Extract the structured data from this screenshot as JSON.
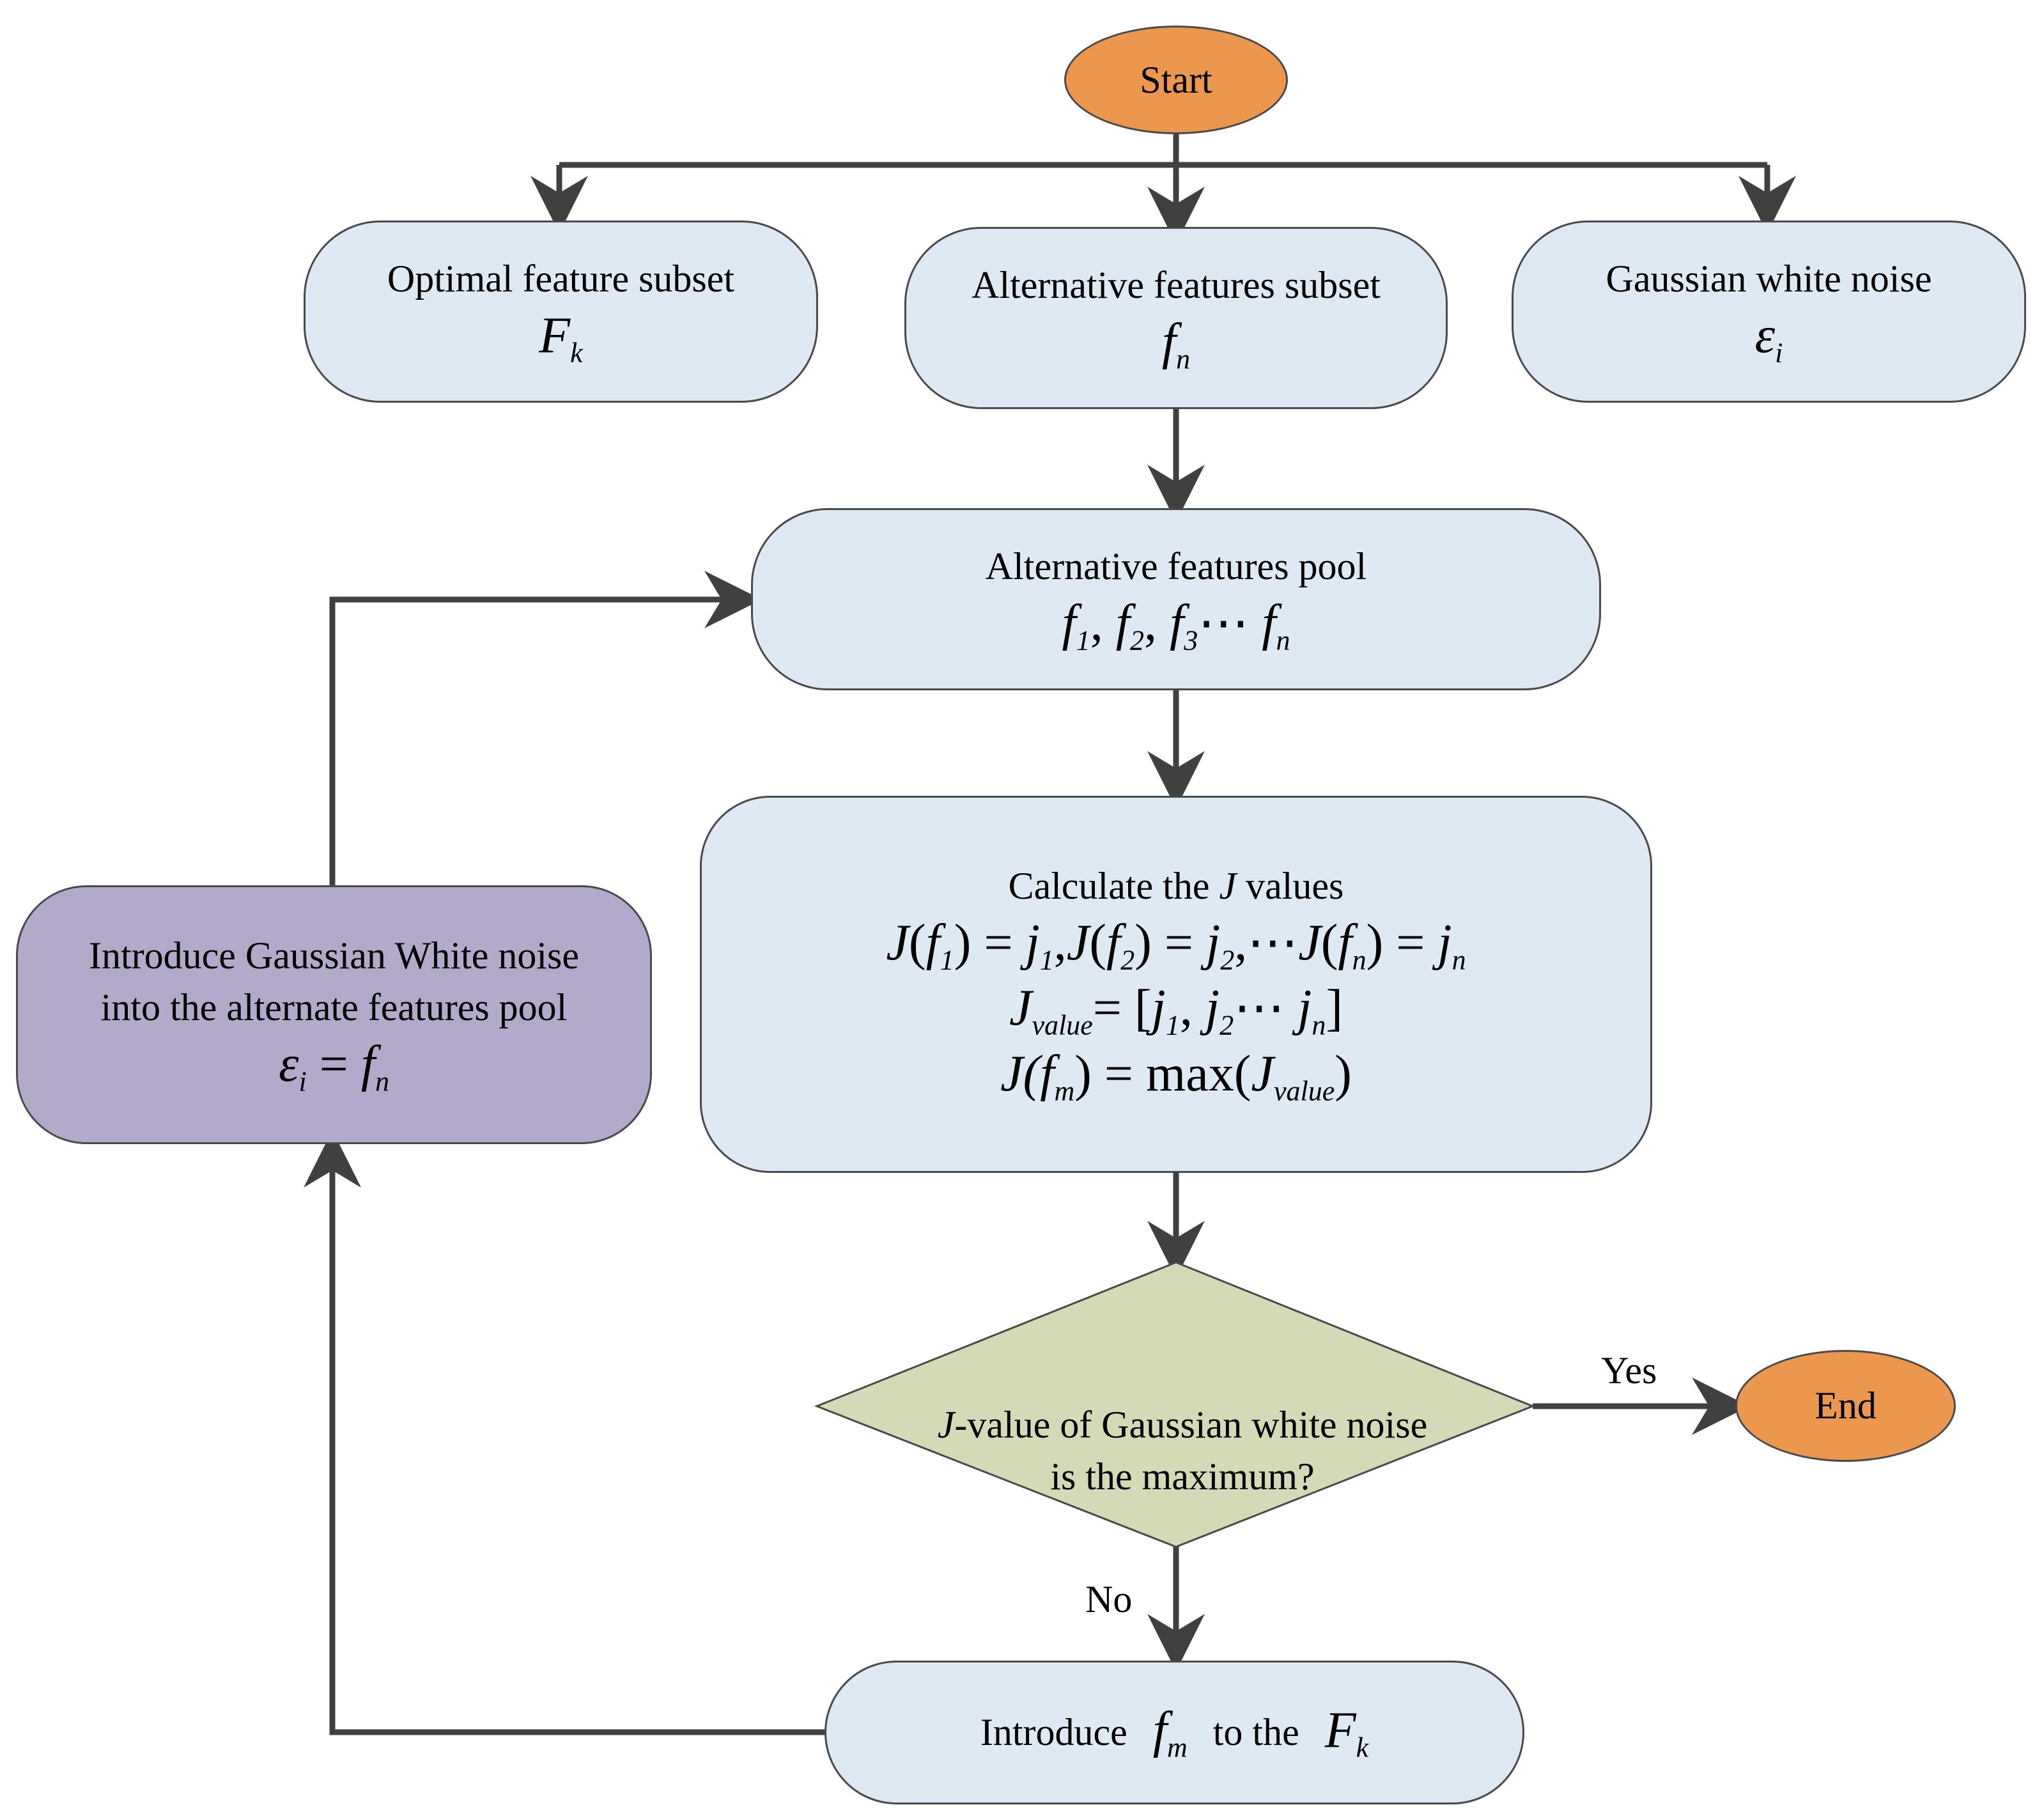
{
  "start": {
    "label": "Start"
  },
  "end": {
    "label": "End"
  },
  "optimal_subset": {
    "label": "Optimal feature subset",
    "symbol": "F",
    "sub": "k"
  },
  "alternative_subset": {
    "label": "Alternative features subset",
    "symbol": "f",
    "sub": "n"
  },
  "gaussian_noise": {
    "label": "Gaussian white noise",
    "symbol": "ε",
    "sub": "i"
  },
  "features_pool": {
    "label": "Alternative features pool",
    "f": "f",
    "s1": "1",
    "s2": "2",
    "s3": "3",
    "dots": "⋯",
    "sn": "n"
  },
  "calculate": {
    "label_pre": "Calculate the",
    "label_var": "J",
    "label_post": "values",
    "eq2_var": "J",
    "eq2_sub": "value",
    "eq2_rhs": "= [",
    "eq3_lhs": "J(",
    "eq3_f": "f",
    "eq3_sub": "m",
    "eq3_rhs": ") = max(",
    "eq3_J": "J",
    "eq3_sub2": "value",
    "eq3_close": ")"
  },
  "introduce_noise": {
    "line1": "Introduce Gaussian White noise",
    "line2": "into the  alternate features pool",
    "eps": "ε",
    "sub_i": "i",
    "eq": "=",
    "f": "f",
    "sub_n": "n"
  },
  "decision": {
    "var": "J",
    "line1_rest": "-value of Gaussian white noise",
    "line2": "is the maximum?"
  },
  "introduce_fm": {
    "pre": "Introduce",
    "f": "f",
    "f_sub": "m",
    "mid": "to the",
    "F": "F",
    "F_sub": "k"
  },
  "branch_yes": "Yes",
  "branch_no": "No",
  "colors": {
    "box_fill": "#dfe9f3",
    "terminal_fill": "#eb984e",
    "noise_box_fill": "#b3a9cb",
    "decision_fill": "#d4dab5",
    "stroke": "#4a4a4a"
  }
}
